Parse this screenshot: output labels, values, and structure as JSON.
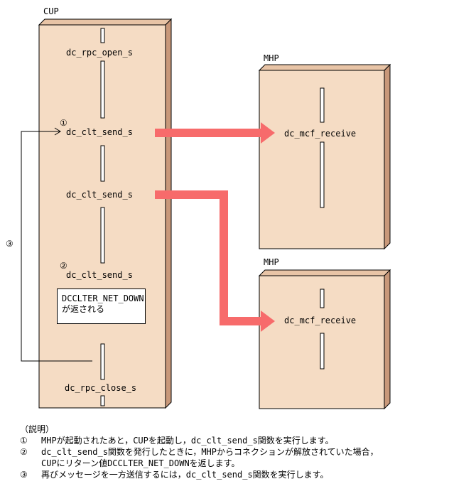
{
  "cup": {
    "title": "CUP",
    "calls": {
      "open": "dc_rpc_open_s",
      "send1": "dc_clt_send_s",
      "send2": "dc_clt_send_s",
      "send3": "dc_clt_send_s",
      "close": "dc_rpc_close_s"
    },
    "markers": {
      "m1": "①",
      "m2": "②",
      "m3": "③"
    },
    "error_note": {
      "line1": "DCCLTER_NET_DOWN",
      "line2": "が返される"
    }
  },
  "mhp_top": {
    "title": "MHP",
    "call": "dc_mcf_receive"
  },
  "mhp_bottom": {
    "title": "MHP",
    "call": "dc_mcf_receive"
  },
  "legend": {
    "heading": "（説明）",
    "items": [
      {
        "marker": "①",
        "lines": [
          "MHPが起動されたあと，CUPを起動し，dc_clt_send_s関数を実行します。"
        ]
      },
      {
        "marker": "②",
        "lines": [
          "dc_clt_send_s関数を発行したときに，MHPからコネクションが解放されていた場合，",
          "CUPにリターン値DCCLTER_NET_DOWNを返します。"
        ]
      },
      {
        "marker": "③",
        "lines": [
          "再びメッセージを一方送信するには，dc_clt_send_s関数を実行します。"
        ]
      }
    ]
  },
  "colors": {
    "box_face": "#f5dcc4",
    "box_side": "#c8987a",
    "arrow": "#f76b6b",
    "line": "#000000"
  }
}
